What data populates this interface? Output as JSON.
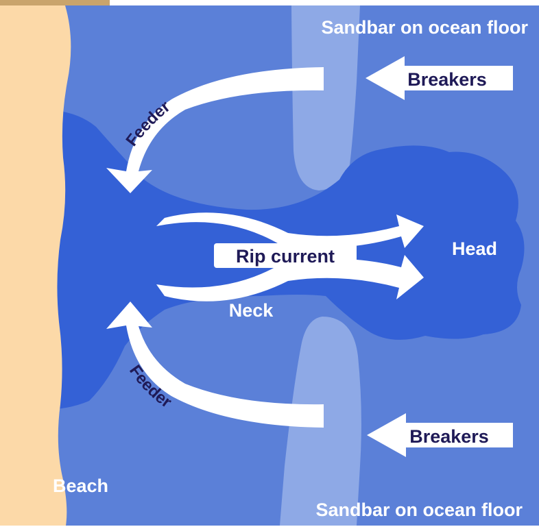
{
  "labels": {
    "sandbar_top": "Sandbar on ocean floor",
    "sandbar_bottom": "Sandbar on ocean floor",
    "breakers_top": "Breakers",
    "breakers_bottom": "Breakers",
    "feeder_top": "Feeder",
    "feeder_bottom": "Feeder",
    "rip_current": "Rip current",
    "head": "Head",
    "neck": "Neck",
    "beach": "Beach"
  },
  "colors": {
    "ocean": "#5b80d8",
    "rip_water": "#3461d6",
    "sandbar": "#8ea9e6",
    "beach": "#fcd9a8",
    "arrow": "#ffffff",
    "label_light": "#ffffff",
    "label_dark": "#1f1a57"
  }
}
